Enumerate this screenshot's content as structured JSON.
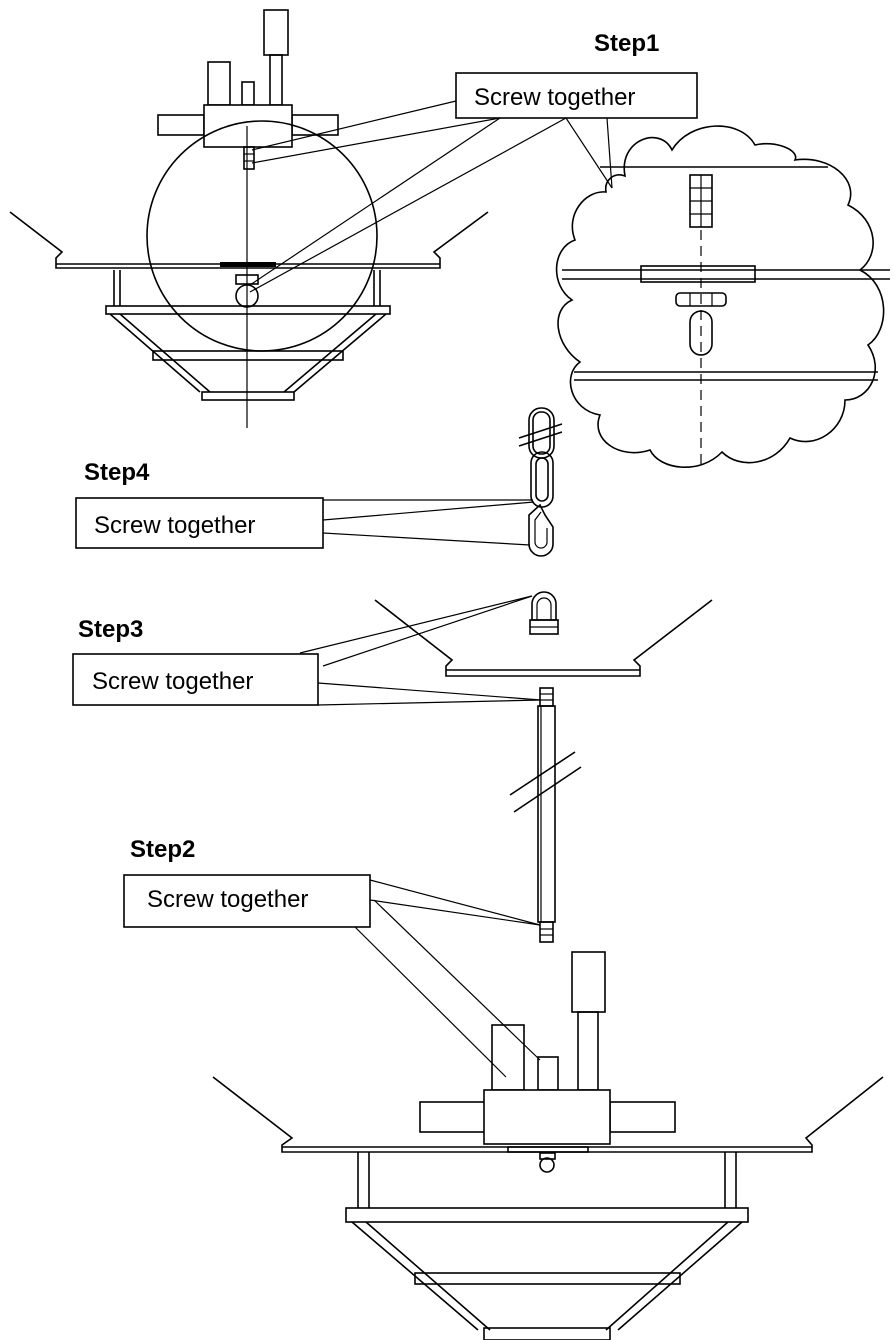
{
  "steps": [
    {
      "heading": "Step1",
      "label": "Screw together"
    },
    {
      "heading": "Step2",
      "label": "Screw together"
    },
    {
      "heading": "Step3",
      "label": "Screw together"
    },
    {
      "heading": "Step4",
      "label": "Screw together"
    }
  ]
}
